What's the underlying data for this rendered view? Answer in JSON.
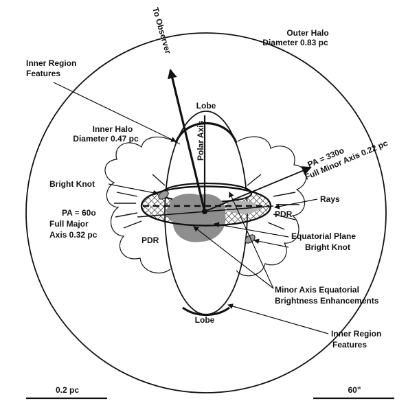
{
  "labels": {
    "to_observer": "To Observer",
    "outer_halo_1": "Outer Halo",
    "outer_halo_2": "Diameter 0.83 pc",
    "inner_region_top_1": "Inner Region",
    "inner_region_top_2": "Features",
    "lobe_top": "Lobe",
    "inner_halo_1": "Inner Halo",
    "inner_halo_2": "Diameter 0.47 pc",
    "polar_axis": "Polar Axis",
    "pa330_1": "PA = 330o",
    "pa330_2": "Full Minor Axis 0.22 pc",
    "bright_knot_left": "Bright Knot",
    "rays": "Rays",
    "pa60_1": "PA = 60o",
    "pa60_2": "Full Major",
    "pa60_3": "Axis 0.32 pc",
    "pdr_right": "PDR",
    "pdr_left": "PDR",
    "equatorial_1": "Equatorial Plane",
    "equatorial_2": "Bright Knot",
    "minor_axis_1": "Minor Axis Equatorial",
    "minor_axis_2": "Brightness Enhancements",
    "lobe_bottom": "Lobe",
    "inner_region_bottom_1": "Inner Region",
    "inner_region_bottom_2": "Features",
    "scale_left": "0.2 pc",
    "scale_right": "60\""
  }
}
